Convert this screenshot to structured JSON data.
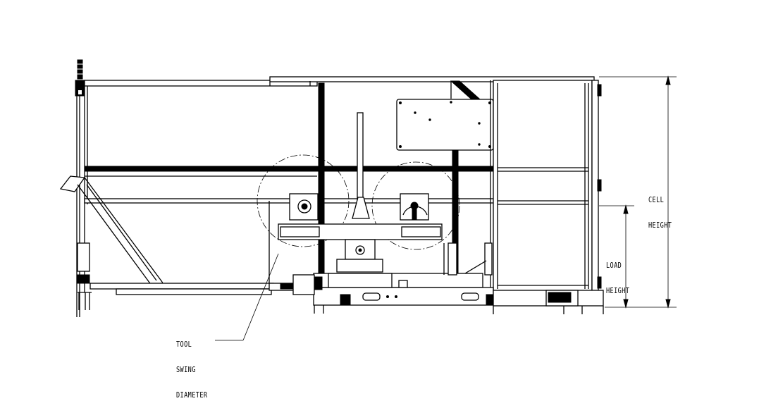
{
  "labels": {
    "cell_height_1": "CELL",
    "cell_height_2": "HEIGHT",
    "load_height_1": "LOAD",
    "load_height_2": "HEIGHT",
    "tool_swing_1": "TOOL",
    "tool_swing_2": "SWING",
    "tool_swing_3": "DIAMETER"
  }
}
